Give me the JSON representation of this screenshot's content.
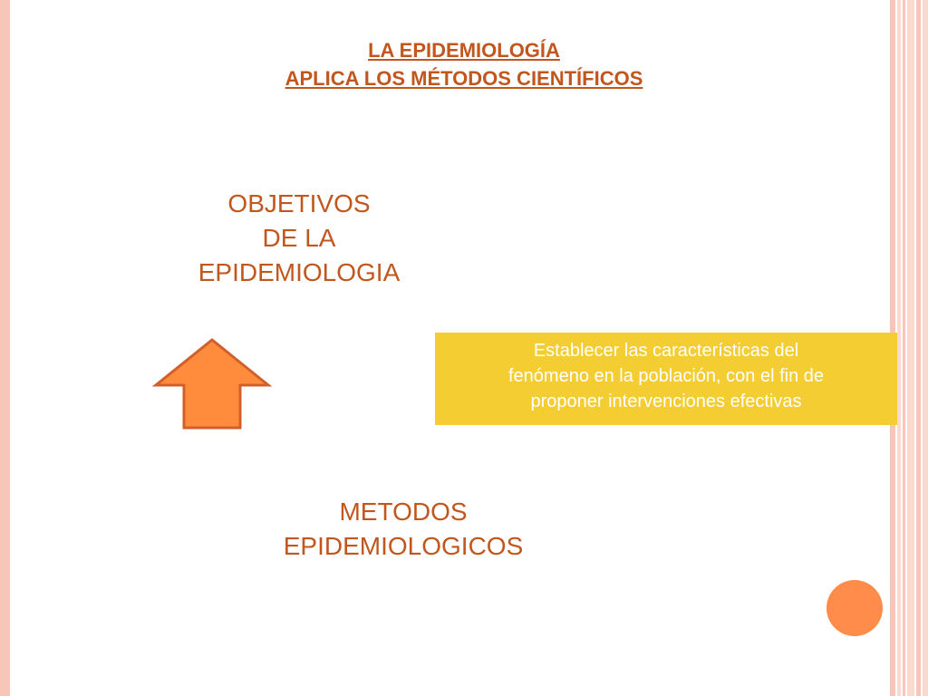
{
  "slide": {
    "title_line1": "LA EPIDEMIOLOGÍA",
    "title_line2": " APLICA LOS MÉTODOS CIENTÍFICOS",
    "objetivos": {
      "line1": "OBJETIVOS",
      "line2": "DE LA",
      "line3": "EPIDEMIOLOGIA"
    },
    "metodos": {
      "line1": "METODOS",
      "line2": "EPIDEMIOLOGICOS"
    },
    "box": {
      "line1": "Establecer las características del",
      "line2": "fenómeno en la población, con el fin de",
      "line3": "proponer intervenciones efectivas"
    }
  },
  "colors": {
    "accent_text": "#c2571e",
    "arrow_fill": "#ff8c3c",
    "box_fill": "#f4cd33",
    "circle_fill": "#ff8c4a",
    "border": "#f7c6b8"
  },
  "icons": {
    "arrow": "up-arrow-icon",
    "circle": "circle-decoration"
  }
}
